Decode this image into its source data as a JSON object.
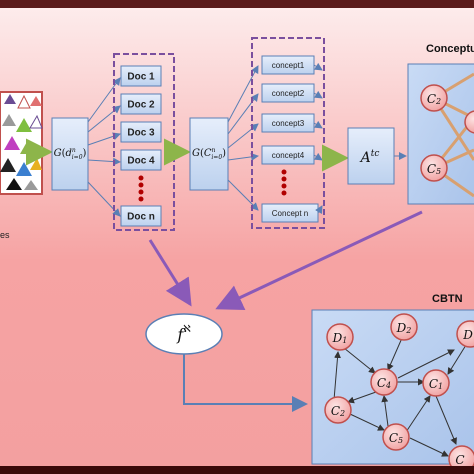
{
  "documents": [
    "Doc 1",
    "Doc 2",
    "Doc 3",
    "Doc 4",
    "Doc n"
  ],
  "concepts": [
    "concept1",
    "concept2",
    "concept3",
    "concept4",
    "Concept n"
  ],
  "doc_generator": {
    "base": "G",
    "arg": "d",
    "sup": "n",
    "sub": "i=0"
  },
  "concept_generator": {
    "base": "G",
    "arg": "C",
    "sup": "n",
    "sub": "i=0"
  },
  "attention": {
    "base": "A",
    "sup": "tc"
  },
  "fusion": {
    "base": "f",
    "sup": "ℵ"
  },
  "concept_network": {
    "title": "Conceptu",
    "nodes": [
      {
        "base": "C",
        "sub": "2"
      },
      {
        "base": "C",
        "sub": "5"
      }
    ]
  },
  "cbtn": {
    "title": "CBTN",
    "doc_nodes": [
      {
        "base": "D",
        "sub": "1"
      },
      {
        "base": "D",
        "sub": "2"
      },
      {
        "base": "D",
        "sub": ""
      }
    ],
    "concept_nodes": [
      {
        "base": "C",
        "sub": "4"
      },
      {
        "base": "C",
        "sub": "1"
      },
      {
        "base": "C",
        "sub": "2"
      },
      {
        "base": "C",
        "sub": "5"
      },
      {
        "base": "C",
        "sub": ""
      }
    ]
  },
  "input_caption": "es",
  "colors": {
    "box_fill": "#cfe0f5",
    "box_stroke": "#5a7fb5",
    "dashed_group": "#7a4f9e",
    "arrow_purple": "#8a5ab8",
    "arrow_green": "#8db54a",
    "dots": "#b00000",
    "node_fill": "#f4b8b8",
    "node_stroke": "#c0504d",
    "edge_tan": "#d8a070"
  }
}
